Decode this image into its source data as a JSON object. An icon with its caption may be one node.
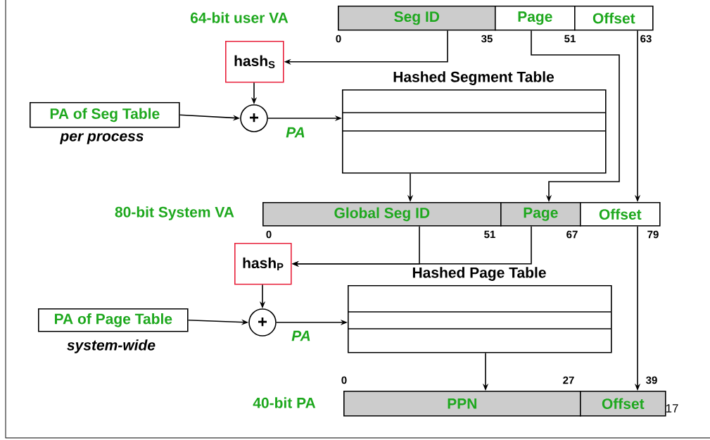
{
  "diagram": {
    "nodes": [
      {
        "text": [
          "Seg ID"
        ]
      },
      {
        "text": [
          "Page"
        ]
      },
      {
        "text": [
          "Offset"
        ]
      },
      {
        "text": [
          "hash$_{S}$"
        ]
      },
      {
        "text": [
          "PA of Seg Table"
        ],
        "beside": [
          "per process"
        ]
      },
      {
        "text": [
          "+"
        ]
      },
      {
        "text": [
          "Hashed Segment Table"
        ]
      },
      {
        "text": [
          "Global Seg ID"
        ]
      },
      {
        "text": [
          "Page"
        ]
      },
      {
        "text": [
          "Offset"
        ]
      },
      {
        "text": [
          "hash$_{P}$"
        ]
      },
      {
        "text": [
          "PA of Page Table"
        ],
        "beside": [
          "system-wide"
        ]
      },
      {
        "text": [
          "+"
        ]
      },
      {
        "text": [
          "Hashed Page Table"
        ]
      },
      {
        "text": [
          "PPN"
        ]
      },
      {
        "text": [
          "Offset"
        ]
      }
    ],
    "edges": [
      {
        "from": 0,
        "to": 3,
        "arrow": "to"
      },
      {
        "from": 3,
        "to": 5,
        "arrow": "to"
      },
      {
        "from": 4,
        "to": 5,
        "arrow": "to"
      },
      {
        "from": 5,
        "to": 6,
        "arrow": "to",
        "label": "PA"
      },
      {
        "from": 6,
        "to": 7,
        "arrow": "to"
      },
      {
        "from": 1,
        "to": 8,
        "arrow": "to"
      },
      {
        "from": 2,
        "to": 9,
        "arrow": "to"
      },
      {
        "from": 7,
        "to": 10,
        "arrow": "to"
      },
      {
        "from": 8,
        "to": 10,
        "arrow": "to"
      },
      {
        "from": 10,
        "to": 12,
        "arrow": "to"
      },
      {
        "from": 11,
        "to": 12,
        "arrow": "to"
      },
      {
        "from": 12,
        "to": 13,
        "arrow": "to",
        "label": "PA"
      },
      {
        "from": 13,
        "to": 14,
        "arrow": "to"
      },
      {
        "from": 9,
        "to": 15,
        "arrow": "to"
      }
    ],
    "labels": [
      "64-bit user VA",
      "0",
      "35",
      "51",
      "63",
      "80-bit System VA",
      "0",
      "51",
      "67",
      "79",
      "0",
      "27",
      "39",
      "40-bit PA",
      "17"
    ]
  }
}
